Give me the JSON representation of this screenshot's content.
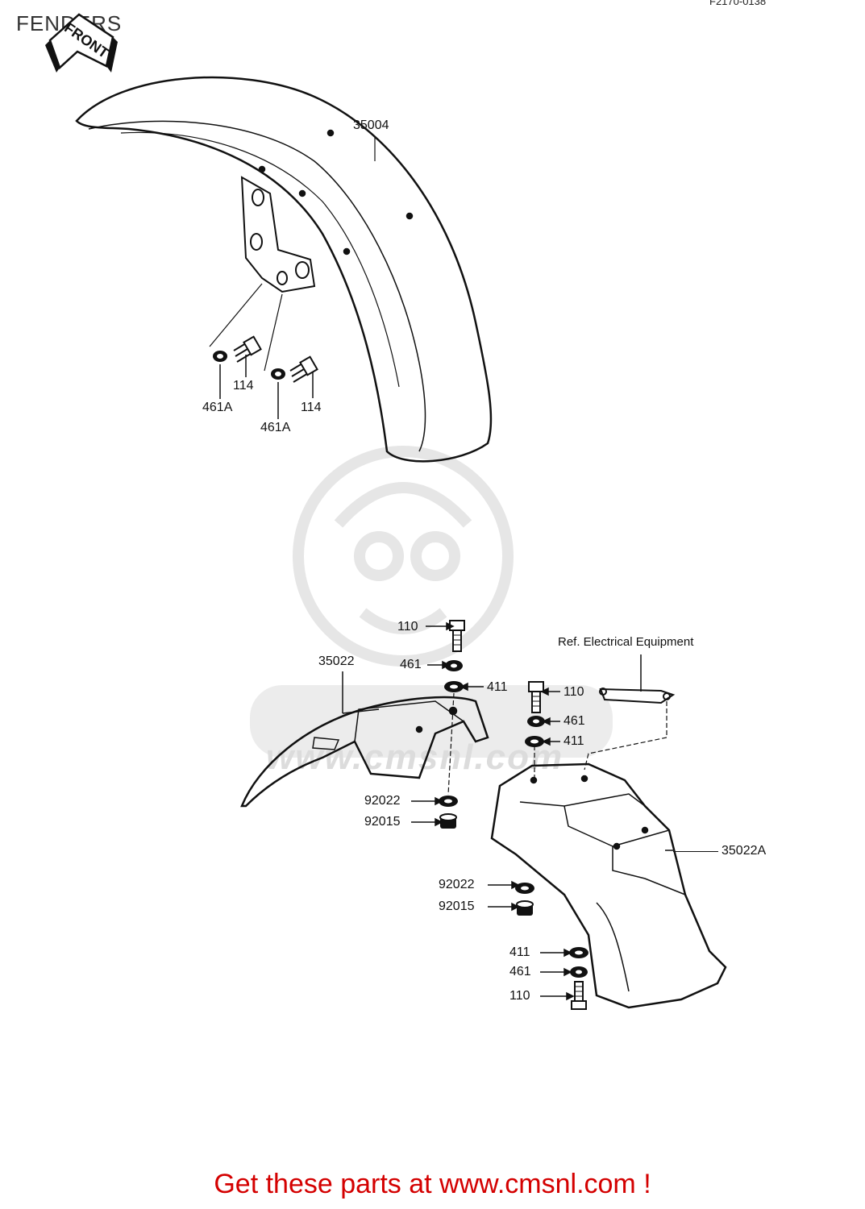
{
  "header": {
    "title": "FENDERS",
    "code": "F2170-0138"
  },
  "arrow": {
    "text": "FRONT"
  },
  "parts": [
    {
      "id": "35004",
      "label": "35004"
    },
    {
      "id": "114_a",
      "label": "114"
    },
    {
      "id": "114_b",
      "label": "114"
    },
    {
      "id": "461A_a",
      "label": "461A"
    },
    {
      "id": "461A_b",
      "label": "461A"
    },
    {
      "id": "110_a",
      "label": "110"
    },
    {
      "id": "461_a",
      "label": "461"
    },
    {
      "id": "411_a",
      "label": "411"
    },
    {
      "id": "35022",
      "label": "35022"
    },
    {
      "id": "92022_a",
      "label": "92022"
    },
    {
      "id": "92015_a",
      "label": "92015"
    },
    {
      "id": "110_b",
      "label": "110"
    },
    {
      "id": "461_b",
      "label": "461"
    },
    {
      "id": "411_b",
      "label": "411"
    },
    {
      "id": "ref",
      "label": "Ref. Electrical Equipment"
    },
    {
      "id": "35022A",
      "label": "35022A"
    },
    {
      "id": "92022_b",
      "label": "92022"
    },
    {
      "id": "92015_b",
      "label": "92015"
    },
    {
      "id": "411_c",
      "label": "411"
    },
    {
      "id": "461_c",
      "label": "461"
    },
    {
      "id": "110_c",
      "label": "110"
    }
  ],
  "watermark": {
    "text": "www.cmsnl.com"
  },
  "footer": {
    "text": "Get these parts at www.cmsnl.com !"
  }
}
